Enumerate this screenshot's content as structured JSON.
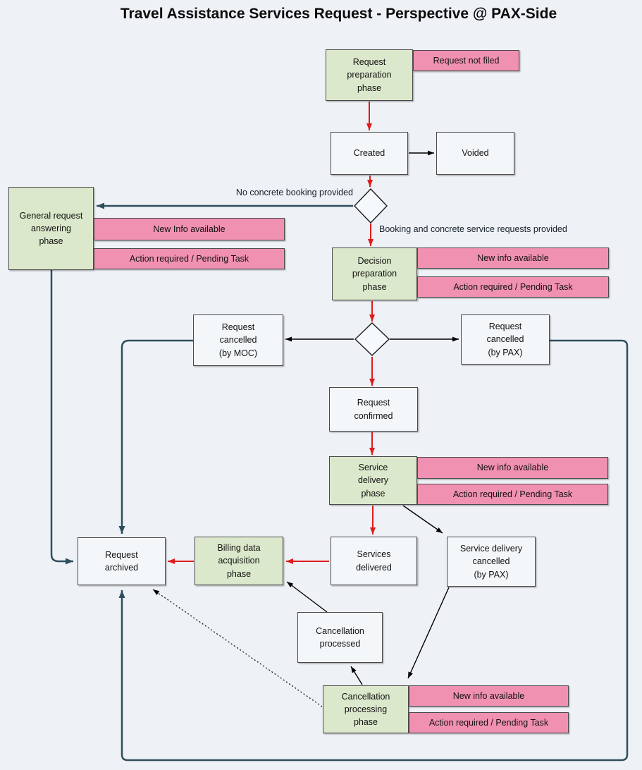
{
  "title": "Travel Assistance Services Request - Perspective @ PAX-Side",
  "colors": {
    "background": "#eef1f6",
    "phase_fill": "#dce8cb",
    "state_fill": "#f4f7fa",
    "event_fill": "#f191b1",
    "main_flow_arrow": "#e11b1b",
    "alt_flow_arrow": "#2f4e5c",
    "link_arrow": "#000000"
  },
  "nodes": {
    "request_preparation_phase": {
      "label": "Request\npreparation\nphase"
    },
    "request_not_filed": {
      "label": "Request not filed"
    },
    "created": {
      "label": "Created"
    },
    "voided": {
      "label": "Voided"
    },
    "general_request_answering_phase": {
      "label": "General request\nanswering\nphase"
    },
    "grap_new_info": {
      "label": "New Info available"
    },
    "grap_action_required": {
      "label": "Action required / Pending Task"
    },
    "decision_preparation_phase": {
      "label": "Decision\npreparation\nphase"
    },
    "dpp_new_info": {
      "label": "New info available"
    },
    "dpp_action_required": {
      "label": "Action required / Pending Task"
    },
    "request_cancelled_moc": {
      "label": "Request\ncancelled\n(by MOC)"
    },
    "request_cancelled_pax": {
      "label": "Request\ncancelled\n(by PAX)"
    },
    "request_confirmed": {
      "label": "Request\nconfirmed"
    },
    "service_delivery_phase": {
      "label": "Service\ndelivery\nphase"
    },
    "sdp_new_info": {
      "label": "New info available"
    },
    "sdp_action_required": {
      "label": "Action required / Pending Task"
    },
    "services_delivered": {
      "label": "Services\ndelivered"
    },
    "service_delivery_cancelled_pax": {
      "label": "Service delivery\ncancelled\n(by PAX)"
    },
    "billing_data_acquisition_phase": {
      "label": "Billing data\nacquisition\nphase"
    },
    "request_archived": {
      "label": "Request\narchived"
    },
    "cancellation_processed": {
      "label": "Cancellation\nprocessed"
    },
    "cancellation_processing_phase": {
      "label": "Cancellation\nprocessing\nphase"
    }
  },
  "edge_labels": {
    "no_booking": "No concrete booking provided",
    "booking_provided": "Booking and concrete service requests provided"
  }
}
